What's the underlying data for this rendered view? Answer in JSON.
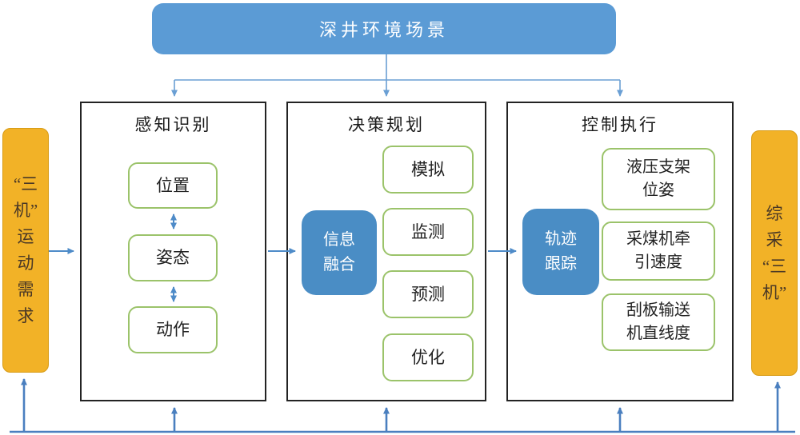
{
  "diagram": {
    "top_banner": "深井环境场景",
    "left_panel": {
      "lines": [
        "“三",
        "机”",
        "运",
        "动",
        "需",
        "求"
      ]
    },
    "right_panel": {
      "lines": [
        "综",
        "采",
        "“三",
        "机”"
      ]
    },
    "columns": [
      {
        "title": "感知识别",
        "items": [
          "位置",
          "姿态",
          "动作"
        ]
      },
      {
        "title": "决策规划",
        "hub": "信息\n融合",
        "items": [
          "模拟",
          "监测",
          "预测",
          "优化"
        ]
      },
      {
        "title": "控制执行",
        "hub": "轨迹\n跟踪",
        "items": [
          "液压支架\n位姿",
          "采煤机牵\n引速度",
          "刮板输送\n机直线度"
        ]
      }
    ],
    "colors": {
      "banner_blue": "#5B9BD5",
      "hub_blue": "#4A8DC5",
      "green_border": "#9BC36A",
      "orange_fill": "#F2B227",
      "orange_border": "#D79B16",
      "box_border": "#232323",
      "arrow_top": "#6A9FD4",
      "arrow_mid": "#4E8BC8",
      "arrow_bottom": "#4A7FBF"
    }
  }
}
